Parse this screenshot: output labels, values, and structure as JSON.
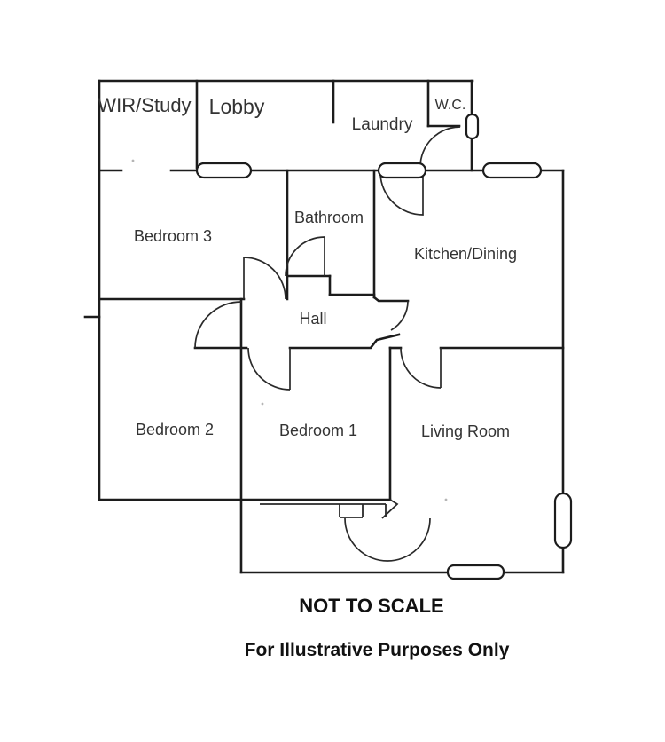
{
  "floorplan": {
    "rooms": [
      {
        "id": "wir-study",
        "label": "WIR/Study"
      },
      {
        "id": "lobby",
        "label": "Lobby"
      },
      {
        "id": "laundry",
        "label": "Laundry"
      },
      {
        "id": "wc",
        "label": "W.C."
      },
      {
        "id": "bedroom-3",
        "label": "Bedroom 3"
      },
      {
        "id": "bathroom",
        "label": "Bathroom"
      },
      {
        "id": "kitchen-dining",
        "label": "Kitchen/Dining"
      },
      {
        "id": "hall",
        "label": "Hall"
      },
      {
        "id": "bedroom-2",
        "label": "Bedroom 2"
      },
      {
        "id": "bedroom-1",
        "label": "Bedroom 1"
      },
      {
        "id": "living-room",
        "label": "Living Room"
      }
    ],
    "footer": {
      "note_1": "NOT TO SCALE",
      "note_2": "For Illustrative Purposes Only"
    },
    "colors": {
      "wall": "#1c1c1c",
      "door_arc": "#2a2a2a",
      "label": "#333333",
      "background": "#ffffff"
    }
  }
}
